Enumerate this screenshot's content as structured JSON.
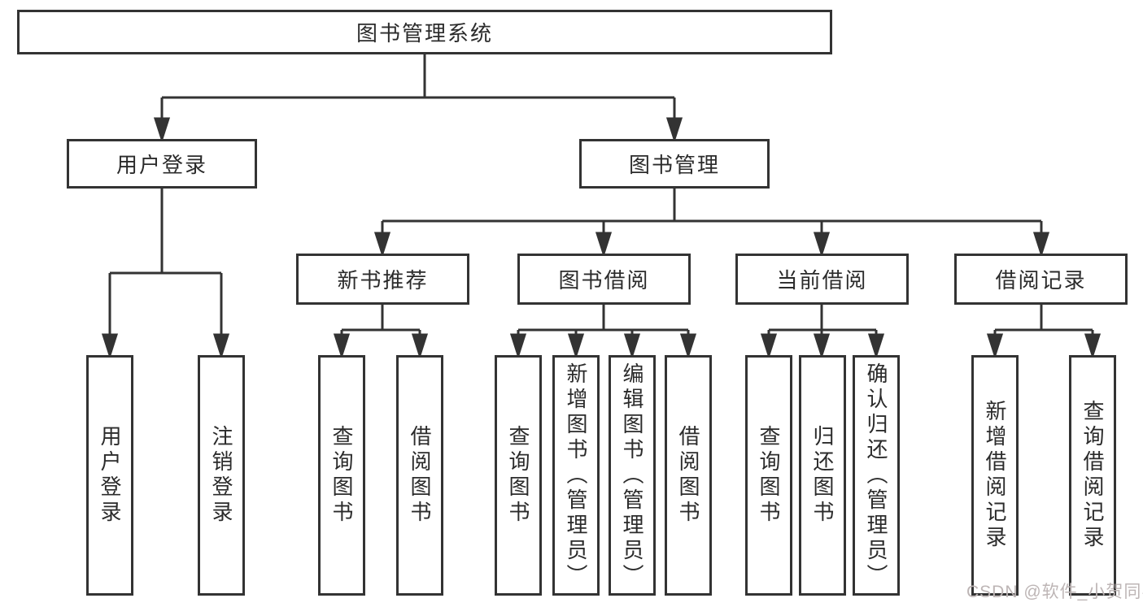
{
  "tree": {
    "root": {
      "label": "图书管理系统"
    },
    "level2": [
      {
        "label": "用户登录",
        "children": [
          "用户登录",
          "注销登录"
        ]
      },
      {
        "label": "图书管理",
        "children": [
          {
            "label": "新书推荐",
            "children": [
              "查询图书",
              "借阅图书"
            ]
          },
          {
            "label": "图书借阅",
            "children": [
              "查询图书",
              "新增图书（管理员）",
              "编辑图书（管理员）",
              "借阅图书"
            ]
          },
          {
            "label": "当前借阅",
            "children": [
              "查询图书",
              "归还图书",
              "确认归还（管理员）"
            ]
          },
          {
            "label": "借阅记录",
            "children": [
              "新增借阅记录",
              "查询借阅记录"
            ]
          }
        ]
      }
    ]
  },
  "watermark": "CSDN @软件_小贺同学",
  "colors": {
    "line": "#333333",
    "box_border": "#333333",
    "text": "#2b2b2b",
    "background": "#ffffff",
    "watermark": "#bdb5b5"
  }
}
